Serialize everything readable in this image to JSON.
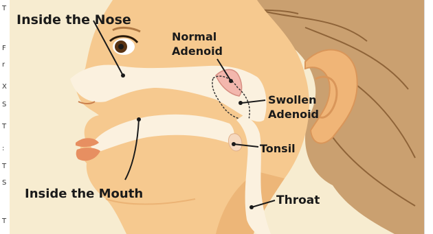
{
  "labels": {
    "inside_nose": "Inside the Nose",
    "normal_adenoid_line1": "Normal",
    "normal_adenoid_line2": "Adenoid",
    "swollen_adenoid_line1": "Swollen",
    "swollen_adenoid_line2": "Adenoid",
    "tonsil": "Tonsil",
    "inside_mouth": "Inside the Mouth",
    "throat": "Throat"
  },
  "margin_chars": [
    "T",
    "F",
    "r",
    "X",
    "S",
    "T",
    ":",
    "T",
    "S",
    "T"
  ],
  "colors": {
    "background": "#f7ecd0",
    "skin": "#f6c98f",
    "skin_shadow": "#e9ae6e",
    "hair": "#caa070",
    "hair_dark": "#8e6338",
    "airway": "#fbf1df",
    "adenoid": "#f3b7ad",
    "lips": "#e78f61",
    "text": "#1a1a1a"
  }
}
